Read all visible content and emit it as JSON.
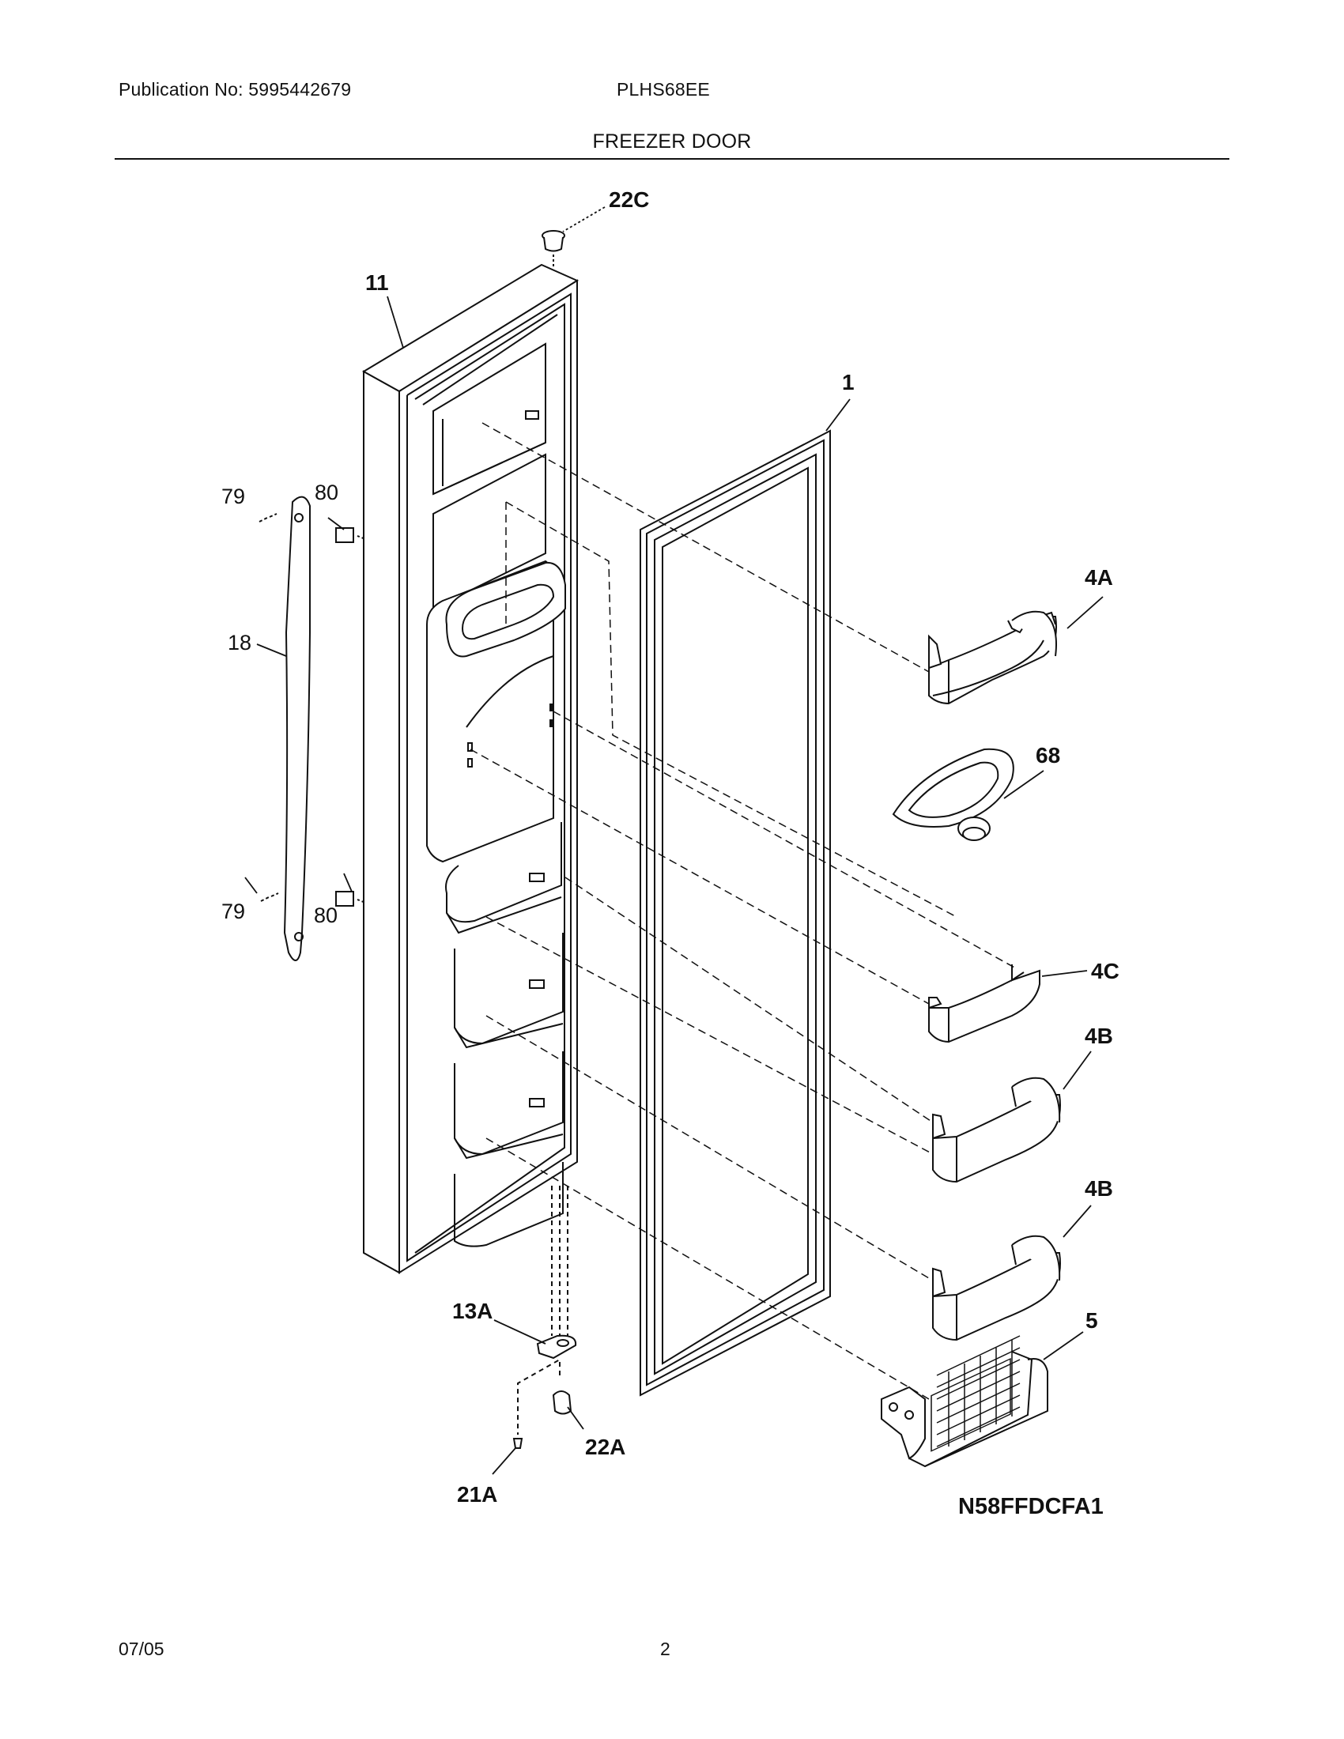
{
  "header": {
    "publication": "Publication No: 5995442679",
    "model": "PLHS68EE",
    "section_title": "FREEZER DOOR"
  },
  "diagram": {
    "code": "N58FFDCFA1",
    "callouts": {
      "p22C": "22C",
      "p11": "11",
      "p1": "1",
      "p79a": "79",
      "p80a": "80",
      "p18": "18",
      "p79b": "79",
      "p80b": "80",
      "p4A": "4A",
      "p68": "68",
      "p4C": "4C",
      "p4Ba": "4B",
      "p4Bb": "4B",
      "p5": "5",
      "p13A": "13A",
      "p22A": "22A",
      "p21A": "21A"
    }
  },
  "footer": {
    "date": "07/05",
    "page": "2"
  }
}
